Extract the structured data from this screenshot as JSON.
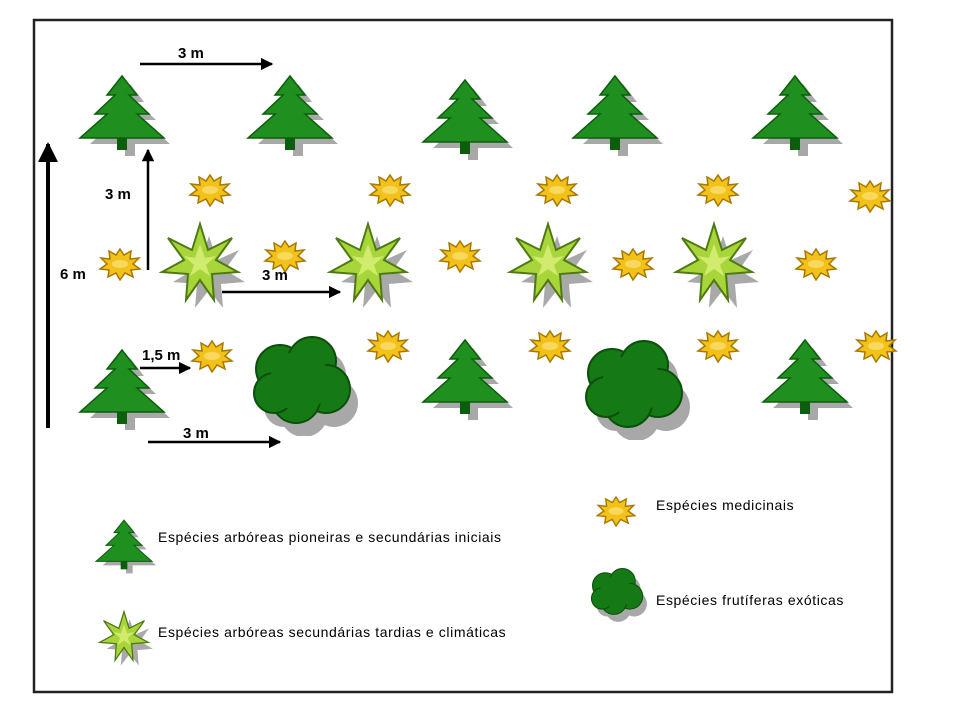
{
  "labels": {
    "spacing_top": "3 m",
    "spacing_vertical_small": "3 m",
    "spacing_mid": "3 m",
    "spacing_total_vertical": "6 m",
    "spacing_half": "1,5 m",
    "spacing_bottom": "3 m"
  },
  "legend": {
    "pioneer": "Espécies arbóreas pioneiras e secundárias iniciais",
    "climax": "Espécies arbóreas secundárias tardias e climáticas",
    "medicinal": "Espécies medicinais",
    "fruit": "Espécies frutíferas exóticas"
  },
  "colors": {
    "pine_green": "#1f8f1f",
    "pine_dark": "#0b5e0b",
    "star_light": "#a8d63a",
    "star_dark": "#4e7a12",
    "burst_fill": "#f2c21a",
    "burst_stroke": "#a87800",
    "bush_fill": "#157a15",
    "bush_dark": "#0a4f0a",
    "shadow": "#9a9a9a"
  }
}
